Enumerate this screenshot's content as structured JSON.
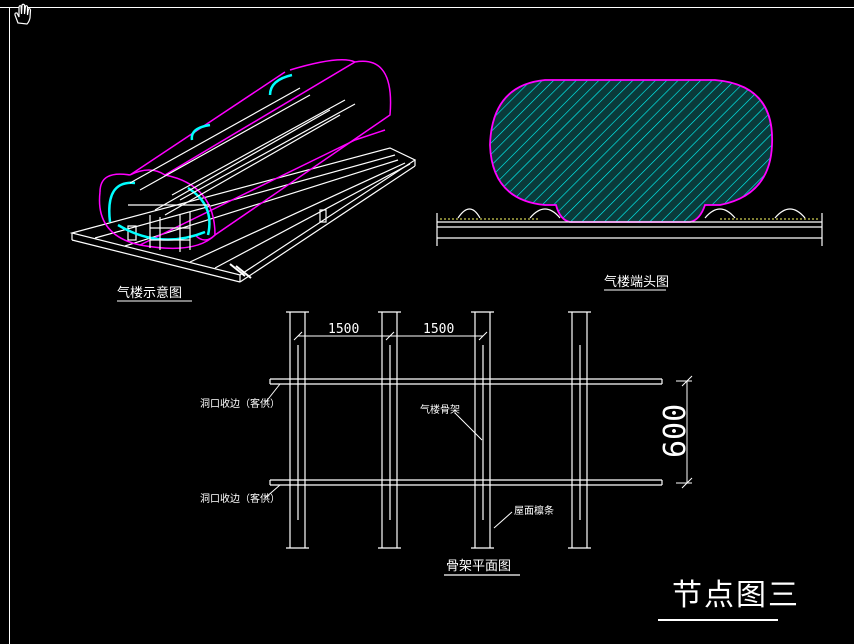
{
  "tool": {
    "pan_icon": "hand-pan-icon"
  },
  "colors": {
    "background": "#000000",
    "line": "#ffffff",
    "magenta": "#ff00ff",
    "cyan": "#00ffff",
    "yellow": "#ffff66"
  },
  "views": {
    "isometric": {
      "title": "气楼示意图"
    },
    "end": {
      "title": "气楼端头图"
    },
    "plan": {
      "title": "骨架平面图",
      "dim_1": "1500",
      "dim_2": "1500",
      "dim_side": "600",
      "label_opening_top": "洞口收边（客供）",
      "label_opening_bottom": "洞口收边（客供）",
      "label_frame": "气楼骨架",
      "label_purlin": "屋面檩条"
    }
  },
  "sheet": {
    "title": "节点图三"
  }
}
